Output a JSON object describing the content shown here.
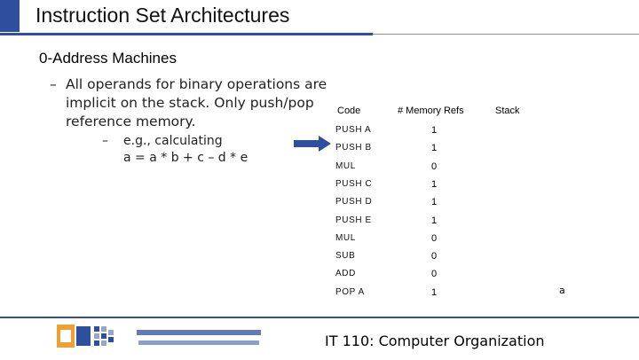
{
  "slide": {
    "title": "Instruction Set Architectures",
    "subtitle": "0-Address Machines",
    "bullet_main": "All operands for binary operations are implicit on the stack. Only push/pop reference memory.",
    "bullet_sub_line1": "e.g., calculating",
    "bullet_sub_line2": "a = a * b + c – d * e",
    "dash": "–"
  },
  "table": {
    "headers": {
      "code": "Code",
      "refs": "# Memory Refs",
      "stack": "Stack"
    },
    "rows": [
      {
        "code": "PUSH  A",
        "refs": "1"
      },
      {
        "code": "PUSH  B",
        "refs": "1"
      },
      {
        "code": "MUL",
        "refs": "0"
      },
      {
        "code": "PUSH  C",
        "refs": "1"
      },
      {
        "code": "PUSH  D",
        "refs": "1"
      },
      {
        "code": "PUSH  E",
        "refs": "1"
      },
      {
        "code": "MUL",
        "refs": "0"
      },
      {
        "code": "SUB",
        "refs": "0"
      },
      {
        "code": "ADD",
        "refs": "0"
      },
      {
        "code": "POP  A",
        "refs": "1"
      }
    ],
    "stack_value": "a"
  },
  "footer": {
    "course": "IT 110: Computer Organization"
  },
  "colors": {
    "accent": "#2d4f9e",
    "orange": "#f0a030",
    "arrow": "#2d4f9e"
  },
  "icons": {
    "arrow": "right-arrow-icon",
    "logo": "university-logo"
  }
}
